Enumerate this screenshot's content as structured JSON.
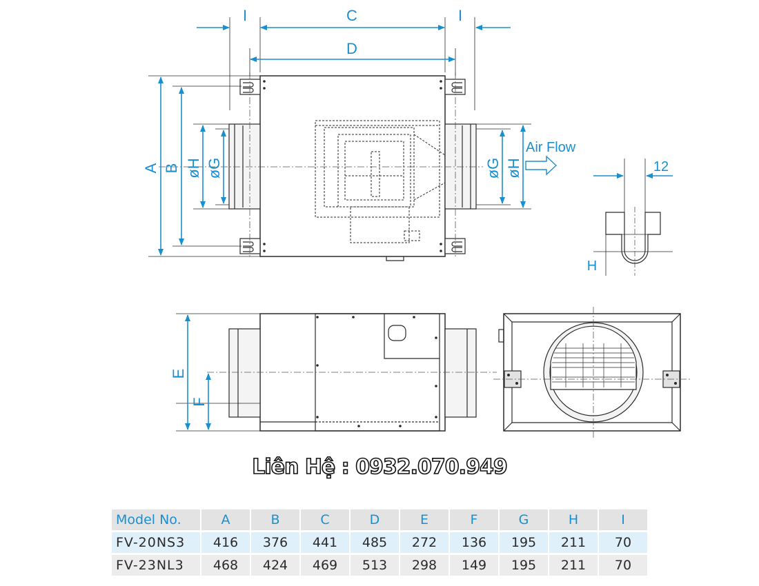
{
  "dimension_labels": {
    "I": "I",
    "C": "C",
    "D": "D",
    "A": "A",
    "B": "B",
    "oH": "øH",
    "oG": "øG",
    "E": "E",
    "F": "F",
    "H": "H",
    "twelve": "12"
  },
  "air_flow_label": "Air Flow",
  "contact_text": "Liên Hệ : 0932.070.949",
  "table": {
    "headers": [
      "Model No.",
      "A",
      "B",
      "C",
      "D",
      "E",
      "F",
      "G",
      "H",
      "I"
    ],
    "rows": [
      [
        "FV-20NS3",
        "416",
        "376",
        "441",
        "485",
        "272",
        "136",
        "195",
        "211",
        "70"
      ],
      [
        "FV-23NL3",
        "468",
        "424",
        "469",
        "513",
        "298",
        "149",
        "195",
        "211",
        "70"
      ]
    ]
  },
  "colors": {
    "dimension_line": "#1a8fd0",
    "outline": "#2a2a2a",
    "row1_background": "#dff0fa",
    "header_background": "#e3e3e3"
  }
}
